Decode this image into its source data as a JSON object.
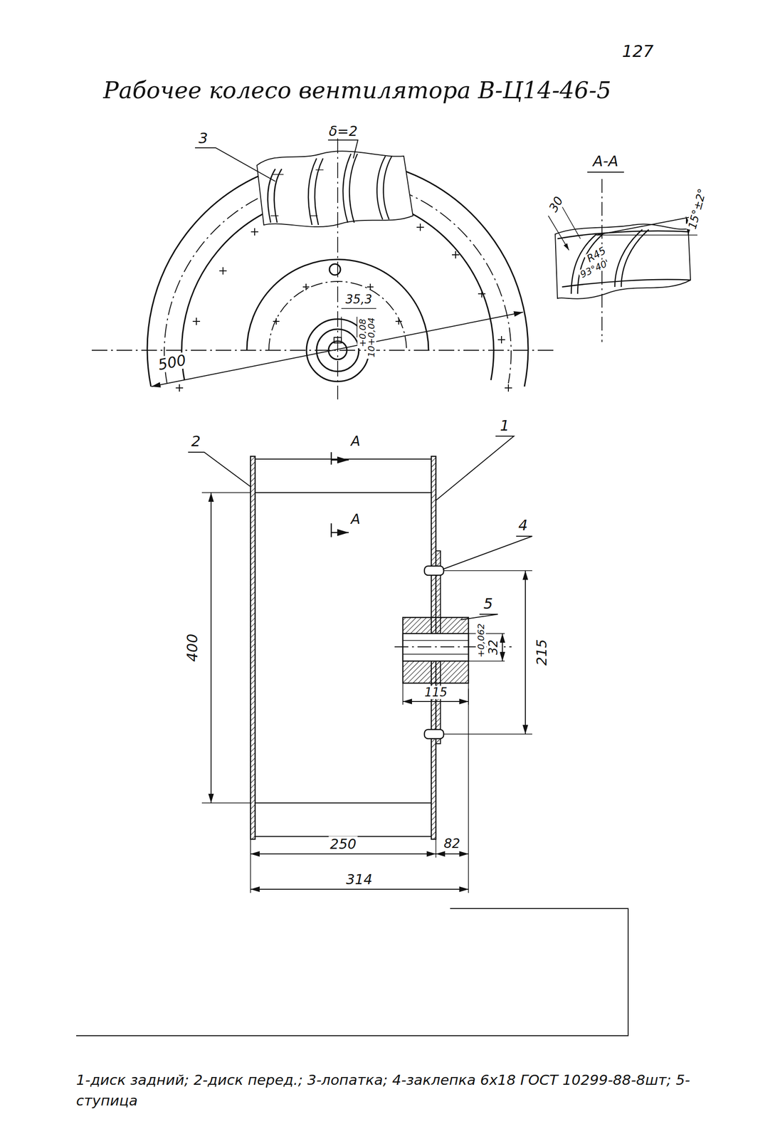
{
  "diagram": {
    "title": "Рабочее колесо вентилятора В-Ц14-46-5",
    "caption": "1-диск задний; 2-диск перед.; 3-лопатка; 4-заклепка 6х18 ГОСТ 10299-88-8шт; 5-ступица",
    "labels": [
      "127",
      "3",
      "δ=2",
      "A-A",
      "30",
      "15°±2°",
      "R45",
      "93°40'",
      "35,3",
      "+0,08",
      "10+0,04",
      "500",
      "A",
      "A",
      "1",
      "2",
      "4",
      "5",
      "400",
      "+0,062",
      "32",
      "215",
      "115",
      "250",
      "82",
      "314"
    ]
  }
}
